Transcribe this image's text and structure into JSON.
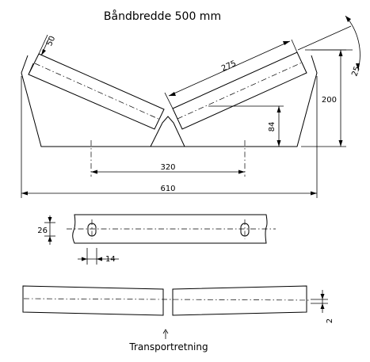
{
  "title": "Båndbredde 500 mm",
  "caption": "Transportretning",
  "dimensions": {
    "width_roll": "50",
    "roll_length": "275",
    "angle": "25",
    "height": "200",
    "center_height": "84",
    "bolt_spacing": "320",
    "total_width": "610",
    "bar_height": "26",
    "slot_length": "14",
    "offset": "2"
  }
}
